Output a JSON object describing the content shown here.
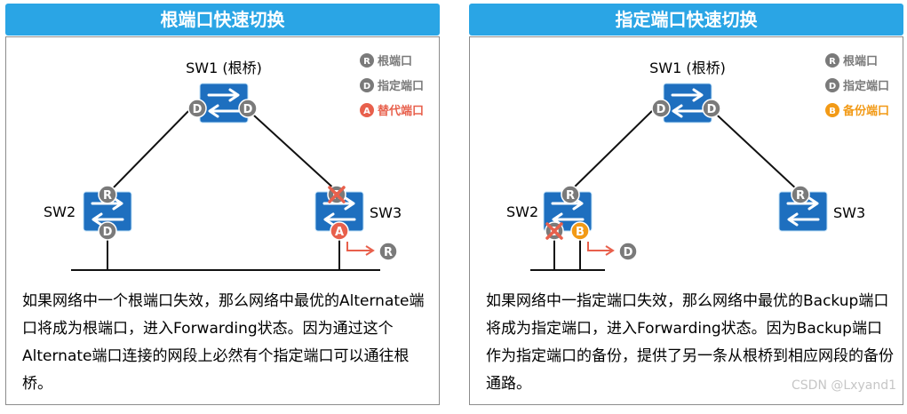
{
  "left": {
    "title": "根端口快速切换",
    "legend": [
      {
        "letter": "R",
        "label": "根端口",
        "color": "#7a7a7a"
      },
      {
        "letter": "D",
        "label": "指定端口",
        "color": "#7a7a7a"
      },
      {
        "letter": "A",
        "label": "替代端口",
        "color": "#e8604c"
      }
    ],
    "nodes": {
      "sw1": "SW1 (根桥)",
      "sw2": "SW2",
      "sw3": "SW3"
    },
    "ports": {
      "sw1_left": "D",
      "sw1_right": "D",
      "sw2_top": "R",
      "sw2_bottom": "D",
      "sw3_top": "R",
      "sw3_bottom": "A",
      "arrow_target": "R"
    },
    "description": "如果网络中一个根端口失效，那么网络中最优的Alternate端口将成为根端口，进入Forwarding状态。因为通过这个Alternate端口连接的网段上必然有个指定端口可以通往根桥。"
  },
  "right": {
    "title": "指定端口快速切换",
    "legend": [
      {
        "letter": "R",
        "label": "根端口",
        "color": "#7a7a7a"
      },
      {
        "letter": "D",
        "label": "指定端口",
        "color": "#7a7a7a"
      },
      {
        "letter": "B",
        "label": "备份端口",
        "color": "#f29a16"
      }
    ],
    "nodes": {
      "sw1": "SW1 (根桥)",
      "sw2": "SW2",
      "sw3": "SW3"
    },
    "ports": {
      "sw1_left": "D",
      "sw1_right": "D",
      "sw2_top": "R",
      "sw2_bottom_left": "D",
      "sw2_bottom_right": "B",
      "sw3_top": "R",
      "arrow_target": "D"
    },
    "description": "如果网络中一指定端口失效，那么网络中最优的Backup端口将成为指定端口，进入Forwarding状态。因为Backup端口作为指定端口的备份，提供了另一条从根桥到相应网段的备份通路。"
  },
  "watermark": "CSDN @Lxyand1",
  "colors": {
    "header": "#2aa5e5",
    "switch": "#1e6fbf",
    "port": "#7a7a7a",
    "alternate": "#e8604c",
    "backup": "#f29a16",
    "link": "#111111"
  }
}
